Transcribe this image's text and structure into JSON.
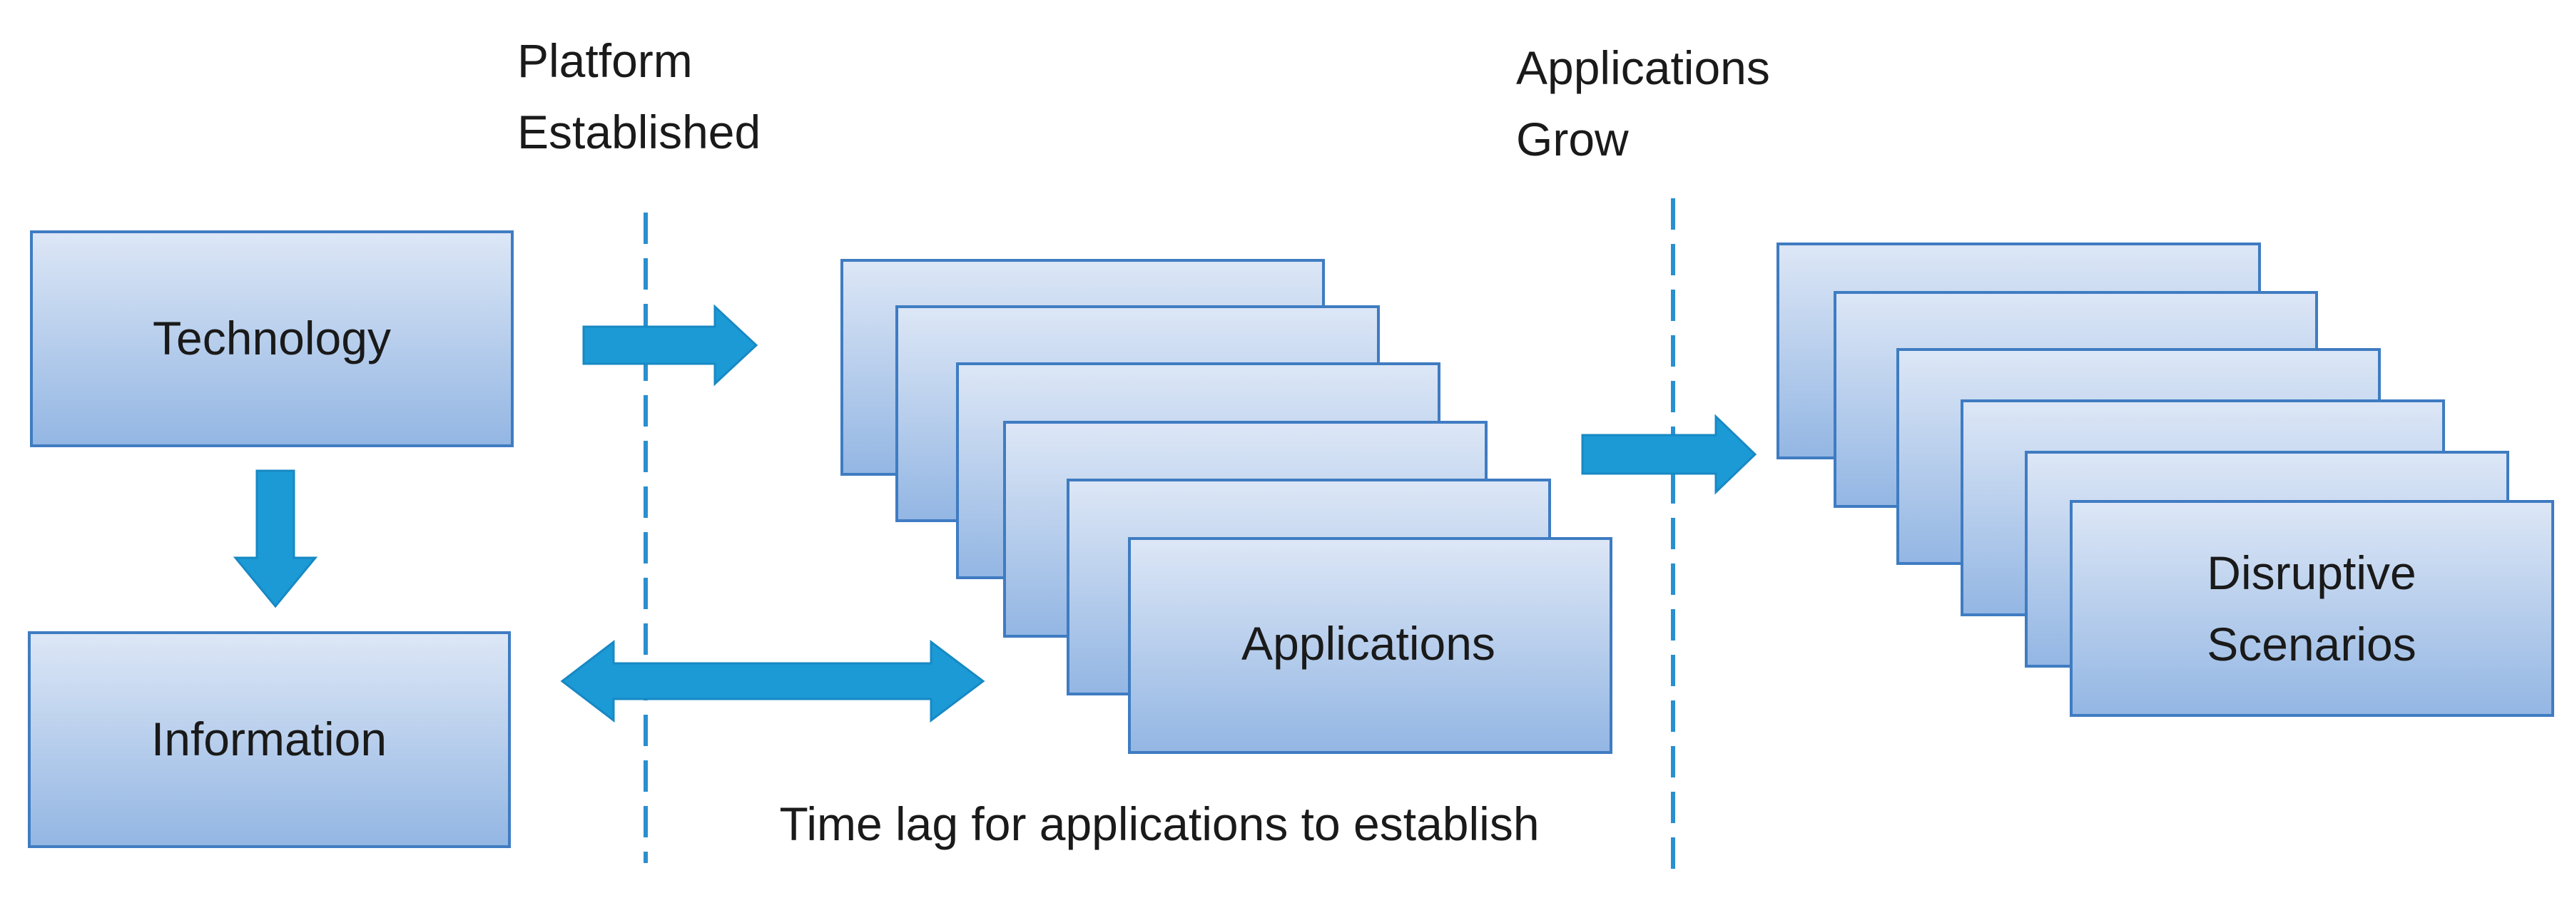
{
  "labels": {
    "platform_line1": "Platform",
    "platform_line2": "Established",
    "applications_grow_line1": "Applications",
    "applications_grow_line2": "Grow",
    "time_lag": "Time lag for applications to establish"
  },
  "boxes": {
    "technology": "Technology",
    "information": "Information",
    "applications": "Applications",
    "disruptive_line1": "Disruptive",
    "disruptive_line2": "Scenarios"
  },
  "colors": {
    "box_gradient_top": "#dde7f6",
    "box_gradient_bottom": "#93b6e3",
    "box_border": "#3f7cc2",
    "arrow_fill": "#1c9ad6",
    "divider": "#2a8fd0"
  }
}
